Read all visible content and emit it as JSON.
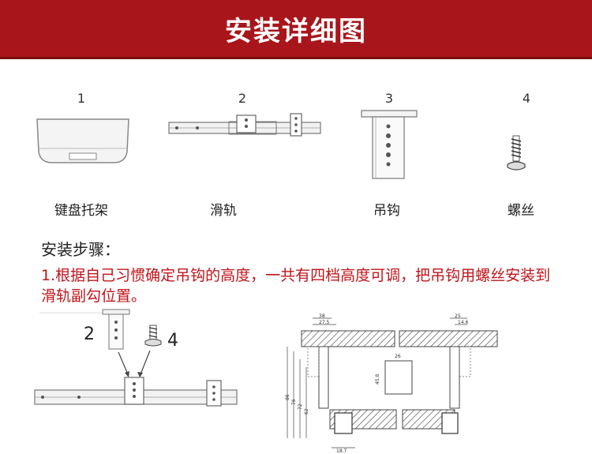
{
  "header": {
    "title": "安装详细图"
  },
  "parts": [
    {
      "number": "1",
      "name": "键盘托架"
    },
    {
      "number": "2",
      "name": "滑轨"
    },
    {
      "number": "3",
      "name": "吊钩"
    },
    {
      "number": "4",
      "name": "螺丝"
    }
  ],
  "steps": {
    "title": "安装步骤：",
    "text": "1.根据自己习惯确定吊钩的高度，一共有四档高度可调，把吊钩用螺丝安装到滑轨副勾位置。"
  },
  "assembly": {
    "label_hook": "2",
    "label_screw": "4"
  },
  "drawing": {
    "dims_top": [
      "38",
      "27.5",
      "25",
      "14.6"
    ],
    "dims_mid": [
      "26",
      "45.8"
    ],
    "dims_side": [
      "86",
      "76",
      "72",
      "62"
    ],
    "dim_bottom": "18.7"
  },
  "colors": {
    "banner": "#a8151b",
    "accent_text": "#c0141a"
  }
}
